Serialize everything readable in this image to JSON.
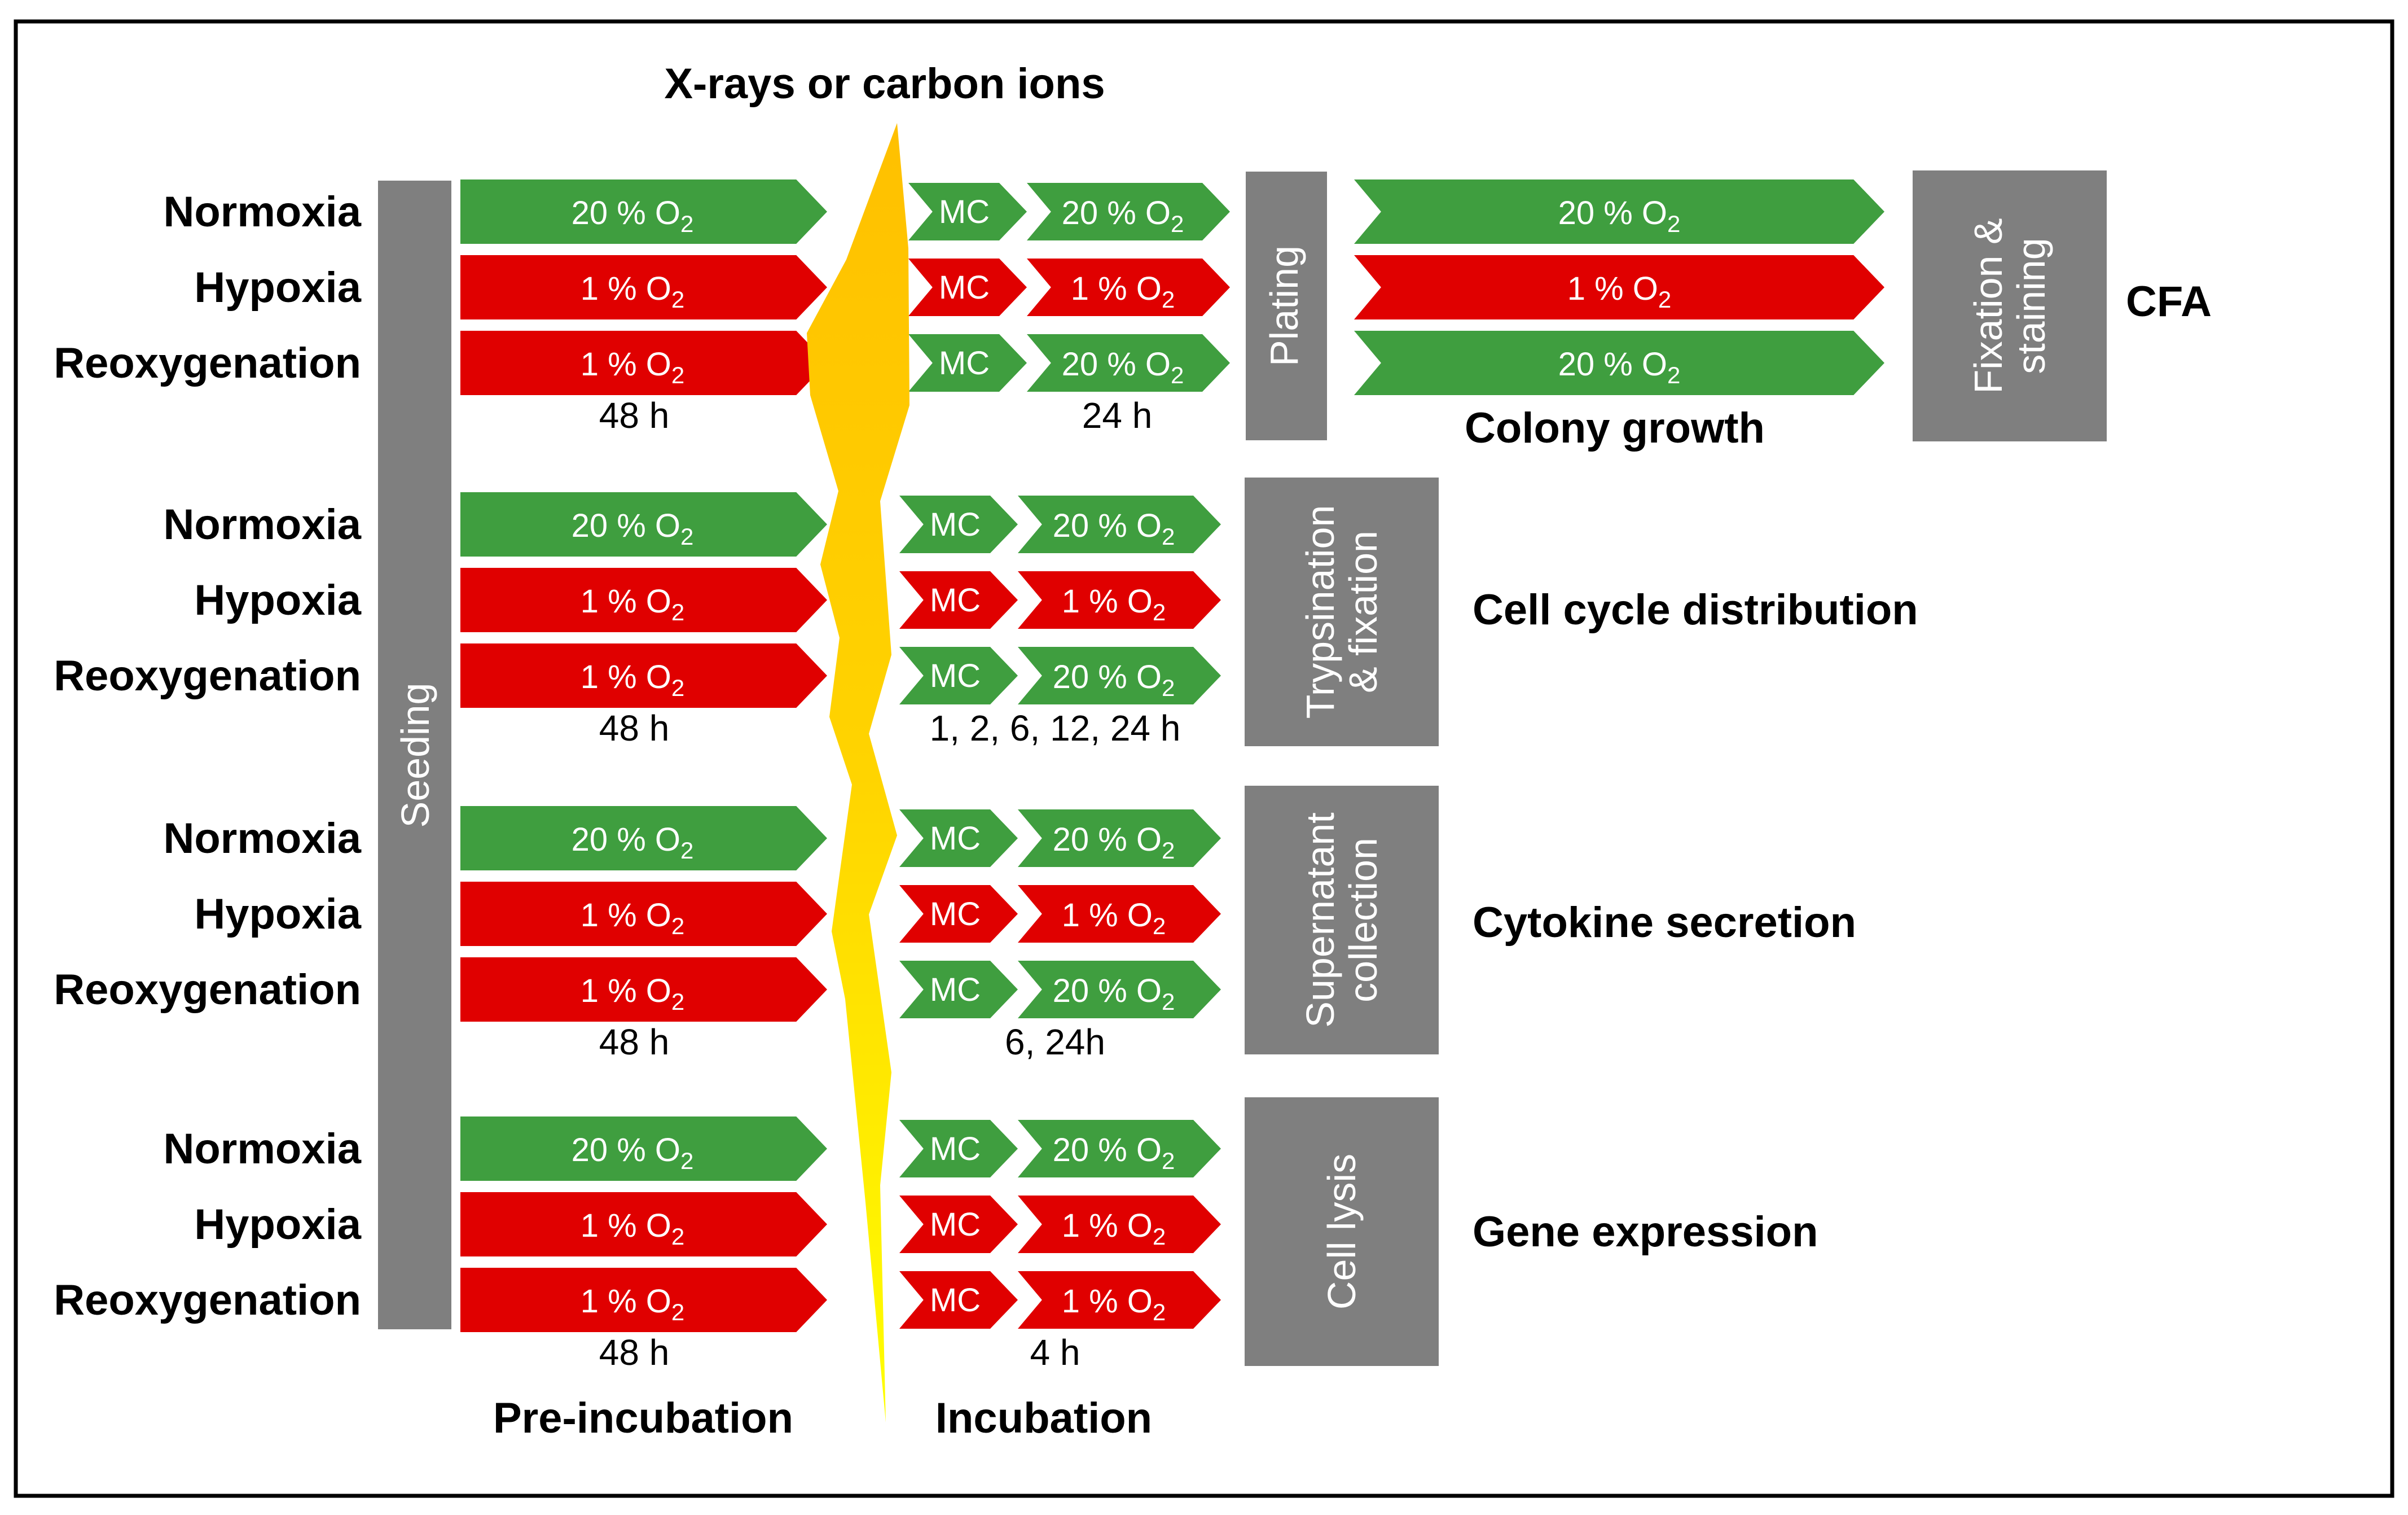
{
  "title": "X-rays or carbon ions",
  "seeding_label": "Seeding",
  "colors": {
    "normoxia": "#3f9e3f",
    "hypoxia": "#e00000",
    "step_box": "#7f7f7f",
    "bolt_top": "#ffc000",
    "bolt_bottom": "#ffff00",
    "frame": "#000000"
  },
  "phase_labels": {
    "pre_incubation": "Pre-incubation",
    "incubation": "Incubation"
  },
  "panels": [
    {
      "conditions": [
        {
          "label": "Normoxia",
          "pre": "20 % O",
          "mc": "MC",
          "post": "20 % O",
          "pre_color": "green",
          "post_color": "green"
        },
        {
          "label": "Hypoxia",
          "pre": "1 % O",
          "mc": "MC",
          "post": "1 % O",
          "pre_color": "red",
          "post_color": "red"
        },
        {
          "label": "Reoxygenation",
          "pre": "1 % O",
          "mc": "MC",
          "post": "20 % O",
          "pre_color": "red",
          "post_color": "green"
        }
      ],
      "pre_duration": "48 h",
      "post_duration": "24 h",
      "step": "Plating",
      "colony_arrows": [
        "20 % O",
        "1 % O",
        "20 % O"
      ],
      "colony_label": "Colony growth",
      "step2_lines": [
        "Fixation &",
        "staining"
      ],
      "assay": "CFA"
    },
    {
      "conditions": [
        {
          "label": "Normoxia",
          "pre": "20 % O",
          "mc": "MC",
          "post": "20 % O",
          "pre_color": "green",
          "post_color": "green"
        },
        {
          "label": "Hypoxia",
          "pre": "1 % O",
          "mc": "MC",
          "post": "1 % O",
          "pre_color": "red",
          "post_color": "red"
        },
        {
          "label": "Reoxygenation",
          "pre": "1 % O",
          "mc": "MC",
          "post": "20 % O",
          "pre_color": "red",
          "post_color": "green"
        }
      ],
      "pre_duration": "48 h",
      "post_duration": "1, 2, 6, 12, 24 h",
      "step_lines": [
        "Trypsination",
        "& fixation"
      ],
      "assay": "Cell cycle distribution"
    },
    {
      "conditions": [
        {
          "label": "Normoxia",
          "pre": "20 % O",
          "mc": "MC",
          "post": "20 % O",
          "pre_color": "green",
          "post_color": "green"
        },
        {
          "label": "Hypoxia",
          "pre": "1 % O",
          "mc": "MC",
          "post": "1 % O",
          "pre_color": "red",
          "post_color": "red"
        },
        {
          "label": "Reoxygenation",
          "pre": "1 % O",
          "mc": "MC",
          "post": "20 % O",
          "pre_color": "red",
          "post_color": "green"
        }
      ],
      "pre_duration": "48 h",
      "post_duration": "6, 24h",
      "step_lines": [
        "Supernatant",
        "collection"
      ],
      "assay": "Cytokine secretion"
    },
    {
      "conditions": [
        {
          "label": "Normoxia",
          "pre": "20 % O",
          "mc": "MC",
          "post": "20 % O",
          "pre_color": "green",
          "post_color": "green"
        },
        {
          "label": "Hypoxia",
          "pre": "1 % O",
          "mc": "MC",
          "post": "1 % O",
          "pre_color": "red",
          "post_color": "red"
        },
        {
          "label": "Reoxygenation",
          "pre": "1 % O",
          "mc": "MC",
          "post": "1 % O",
          "pre_color": "red",
          "post_color": "red"
        }
      ],
      "pre_duration": "48 h",
      "post_duration": "4 h",
      "step": "Cell lysis",
      "assay": "Gene expression"
    }
  ],
  "subscript": "2"
}
